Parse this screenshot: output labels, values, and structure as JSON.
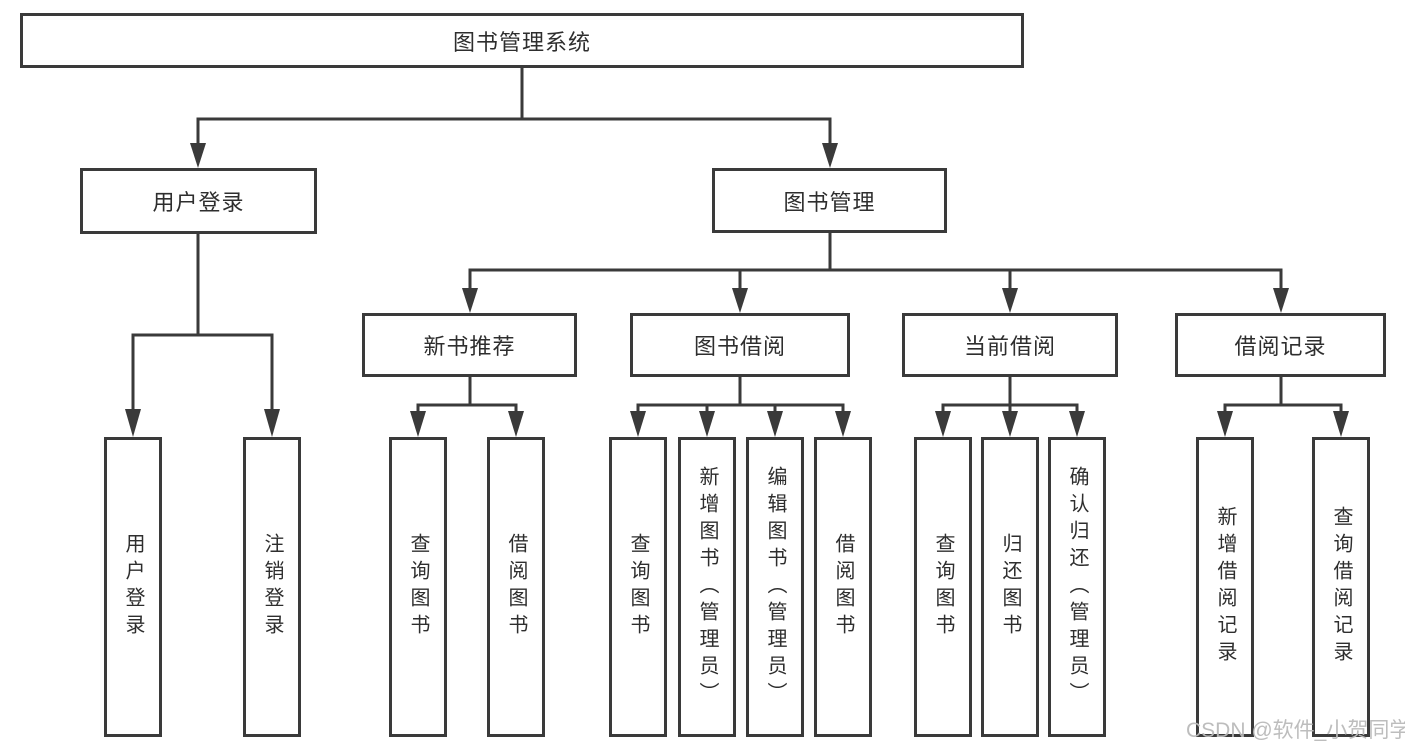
{
  "tree": {
    "label": "图书管理系统",
    "children": [
      {
        "label": "用户登录",
        "children": [
          {
            "label": "用户登录"
          },
          {
            "label": "注销登录"
          }
        ]
      },
      {
        "label": "图书管理",
        "children": [
          {
            "label": "新书推荐",
            "children": [
              {
                "label": "查询图书"
              },
              {
                "label": "借阅图书"
              }
            ]
          },
          {
            "label": "图书借阅",
            "children": [
              {
                "label": "查询图书"
              },
              {
                "label": "新增图书（管理员）"
              },
              {
                "label": "编辑图书（管理员）"
              },
              {
                "label": "借阅图书"
              }
            ]
          },
          {
            "label": "当前借阅",
            "children": [
              {
                "label": "查询图书"
              },
              {
                "label": "归还图书"
              },
              {
                "label": "确认归还（管理员）"
              }
            ]
          },
          {
            "label": "借阅记录",
            "children": [
              {
                "label": "新增借阅记录"
              },
              {
                "label": "查询借阅记录"
              }
            ]
          }
        ]
      }
    ]
  },
  "watermark": {
    "text": "CSDN @软件_小贺同学"
  },
  "colors": {
    "line": "#3a3a3a",
    "text": "#2e2e2e",
    "box_background": "#ffffff",
    "page_background": "#ffffff",
    "watermark": "#b9b9b9"
  }
}
